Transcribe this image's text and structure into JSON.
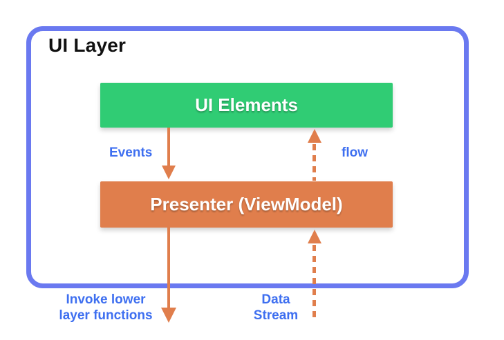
{
  "title": "UI Layer",
  "boxes": {
    "ui_elements": {
      "label": "UI Elements"
    },
    "presenter": {
      "label": "Presenter (ViewModel)"
    }
  },
  "arrows": {
    "events": {
      "label": "Events",
      "style": "solid",
      "direction": "down"
    },
    "flow": {
      "label": "flow",
      "style": "dashed",
      "direction": "up"
    },
    "invoke_lower": {
      "label": "Invoke lower layer functions",
      "style": "solid",
      "direction": "down"
    },
    "data_stream": {
      "label": "Data Stream",
      "style": "dashed",
      "direction": "up"
    }
  },
  "colors": {
    "container_border": "#6A79F0",
    "label_blue": "#3E6FF0",
    "box_green": "#30CC74",
    "box_orange": "#E07E4C",
    "arrow_orange": "#E07E4C",
    "title_text": "#111111",
    "box_label_text": "#FFFFFF",
    "background": "#FFFFFF"
  }
}
